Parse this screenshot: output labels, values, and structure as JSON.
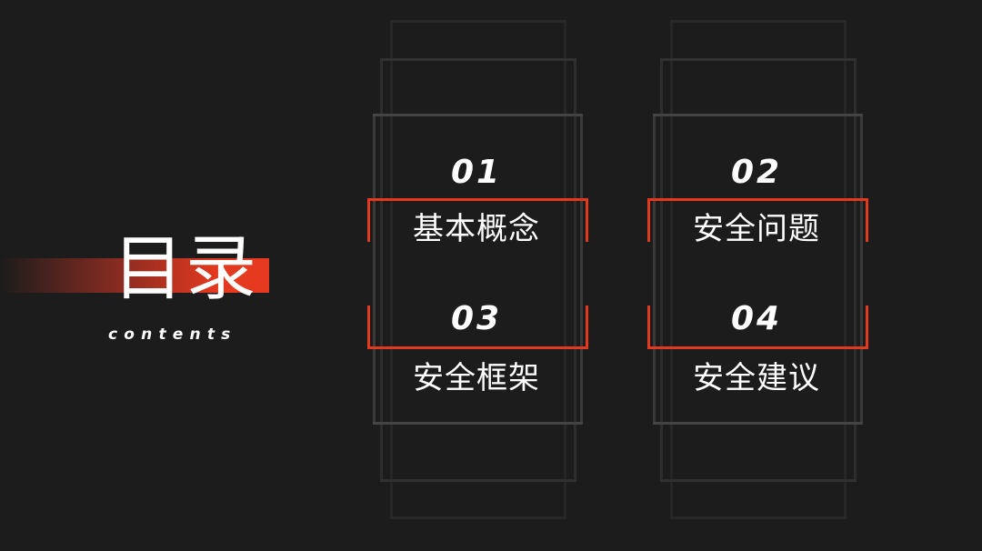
{
  "title": {
    "main": "目录",
    "sub": "contents"
  },
  "items": [
    {
      "number": "01",
      "label": "基本概念"
    },
    {
      "number": "02",
      "label": "安全问题"
    },
    {
      "number": "03",
      "label": "安全框架"
    },
    {
      "number": "04",
      "label": "安全建议"
    }
  ],
  "colors": {
    "background": "#1c1c1c",
    "accent": "#e2391f",
    "text": "#ffffff"
  }
}
